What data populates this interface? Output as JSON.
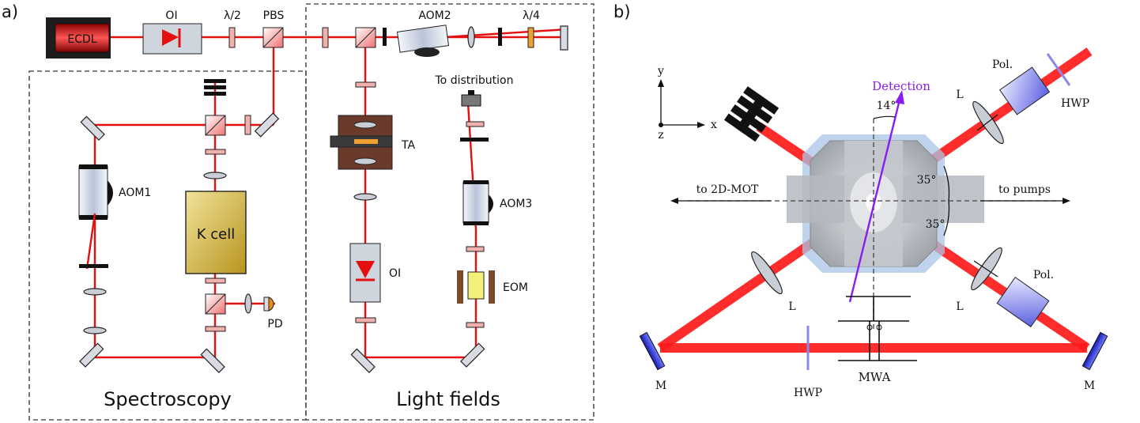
{
  "panel_a": {
    "label": "a)",
    "components": {
      "ecdl": "ECDL",
      "oi_top": "OI",
      "half_wave": "λ/2",
      "pbs": "PBS",
      "aom2": "AOM2",
      "quarter_wave": "λ/4",
      "aom1": "AOM1",
      "kcell": "K cell",
      "pd": "PD",
      "ta": "TA",
      "oi_bottom": "OI",
      "to_distribution": "To distribution",
      "aom3": "AOM3",
      "eom": "EOM"
    },
    "sections": {
      "spectroscopy": "Spectroscopy",
      "light_fields": "Light fields"
    }
  },
  "panel_b": {
    "label": "b)",
    "axes": {
      "y": "y",
      "x": "x",
      "z": "z"
    },
    "detection": "Detection",
    "angle_14": "14°",
    "angle_35_top": "35°",
    "angle_35_bottom": "35°",
    "to_2dmot": "to 2D-MOT",
    "to_pumps": "to pumps",
    "pol_top": "Pol.",
    "hwp_top": "HWP",
    "l_top_right": "L",
    "l_bottom_left": "L",
    "l_bottom_right": "L",
    "pol_bottom": "Pol.",
    "m_left": "M",
    "m_right": "M",
    "hwp_bottom": "HWP",
    "mwa": "MWA"
  },
  "colors": {
    "beam": "#e41010",
    "detection": "#8a1cf0",
    "kcell": "#d4b94a",
    "ta_block": "#6b3a2a",
    "eom": "#f4f07a",
    "mirror_blue": "#2a2ad0"
  }
}
